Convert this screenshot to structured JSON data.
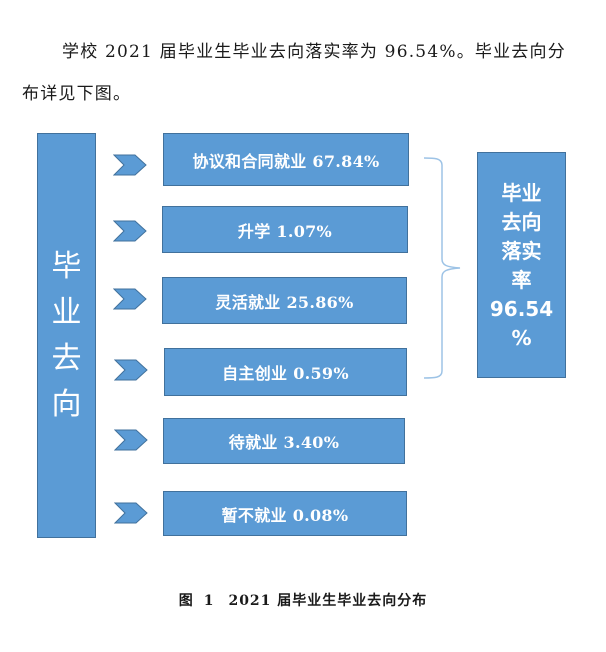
{
  "paragraph": {
    "text": "学校 2021 届毕业生毕业去向落实率为 96.54%。毕业去向分布详见下图。"
  },
  "diagram": {
    "left_label": [
      "毕",
      "业",
      "去",
      "向"
    ],
    "rows": [
      {
        "label": "协议和合同就业 67.84%",
        "category": "协议和合同就业",
        "percent": "67.84%"
      },
      {
        "label": "升学 1.07%",
        "category": "升学",
        "percent": "1.07%"
      },
      {
        "label": "灵活就业 25.86%",
        "category": "灵活就业",
        "percent": "25.86%"
      },
      {
        "label": "自主创业 0.59%",
        "category": "自主创业",
        "percent": "0.59%"
      },
      {
        "label": "待就业 3.40%",
        "category": "待就业",
        "percent": "3.40%"
      },
      {
        "label": "暂不就业 0.08%",
        "category": "暂不就业",
        "percent": "0.08%"
      }
    ],
    "right_label": {
      "lines": [
        "毕业",
        "去向",
        "落实",
        "率",
        "96.54",
        "%"
      ]
    },
    "colors": {
      "box_fill": "#5b9bd5",
      "box_border": "#41719c",
      "text": "#ffffff",
      "brace": "#9dc3e6"
    }
  },
  "caption": {
    "prefix": "图",
    "number": "1",
    "title": "2021 届毕业生毕业去向分布"
  }
}
